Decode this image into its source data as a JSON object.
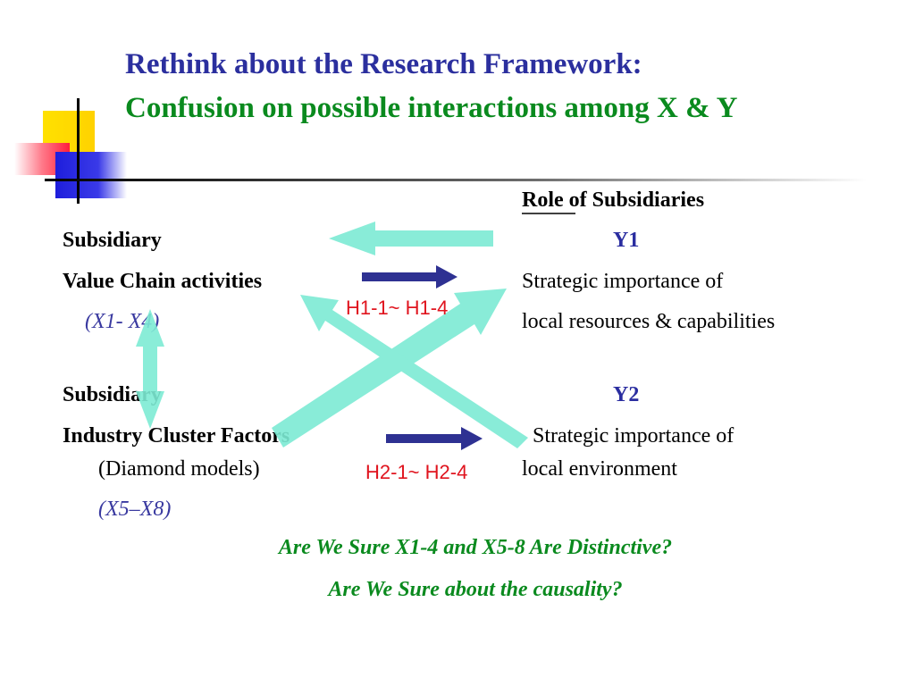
{
  "colors": {
    "title_line1": "#2B2F9E",
    "title_line2": "#0A8A1E",
    "y_label": "#2A2DA0",
    "x_ref": "#3A3AA0",
    "hypothesis": "#E0141E",
    "question": "#0A8A1E",
    "big_arrow": "#7DEBD4",
    "small_arrow": "#2E3192"
  },
  "title": {
    "line1": "Rethink about the Research Framework:",
    "line2": "Confusion on possible interactions among X & Y"
  },
  "left": {
    "block1": {
      "line1": "Subsidiary",
      "line2": "Value Chain activities",
      "xref": "(X1- X4)"
    },
    "block2": {
      "line1": "Subsidiary",
      "line2": "Industry Cluster Factors",
      "line3": "(Diamond models)",
      "xref": "(X5–X8)"
    }
  },
  "right": {
    "heading_role": "Role",
    "heading_rest": " of Subsidiaries",
    "y1": {
      "label": "Y1",
      "line1": "Strategic importance of",
      "line2": "local resources & capabilities"
    },
    "y2": {
      "label": "Y2",
      "line1": "Strategic importance of",
      "line2": "local environment"
    }
  },
  "hypotheses": {
    "h1": "H1-1~ H1-4",
    "h2": "H2-1~ H2-4"
  },
  "questions": {
    "q1": "Are We Sure X1-4 and X5-8 Are Distinctive?",
    "q2": "Are We Sure about the causality?"
  }
}
